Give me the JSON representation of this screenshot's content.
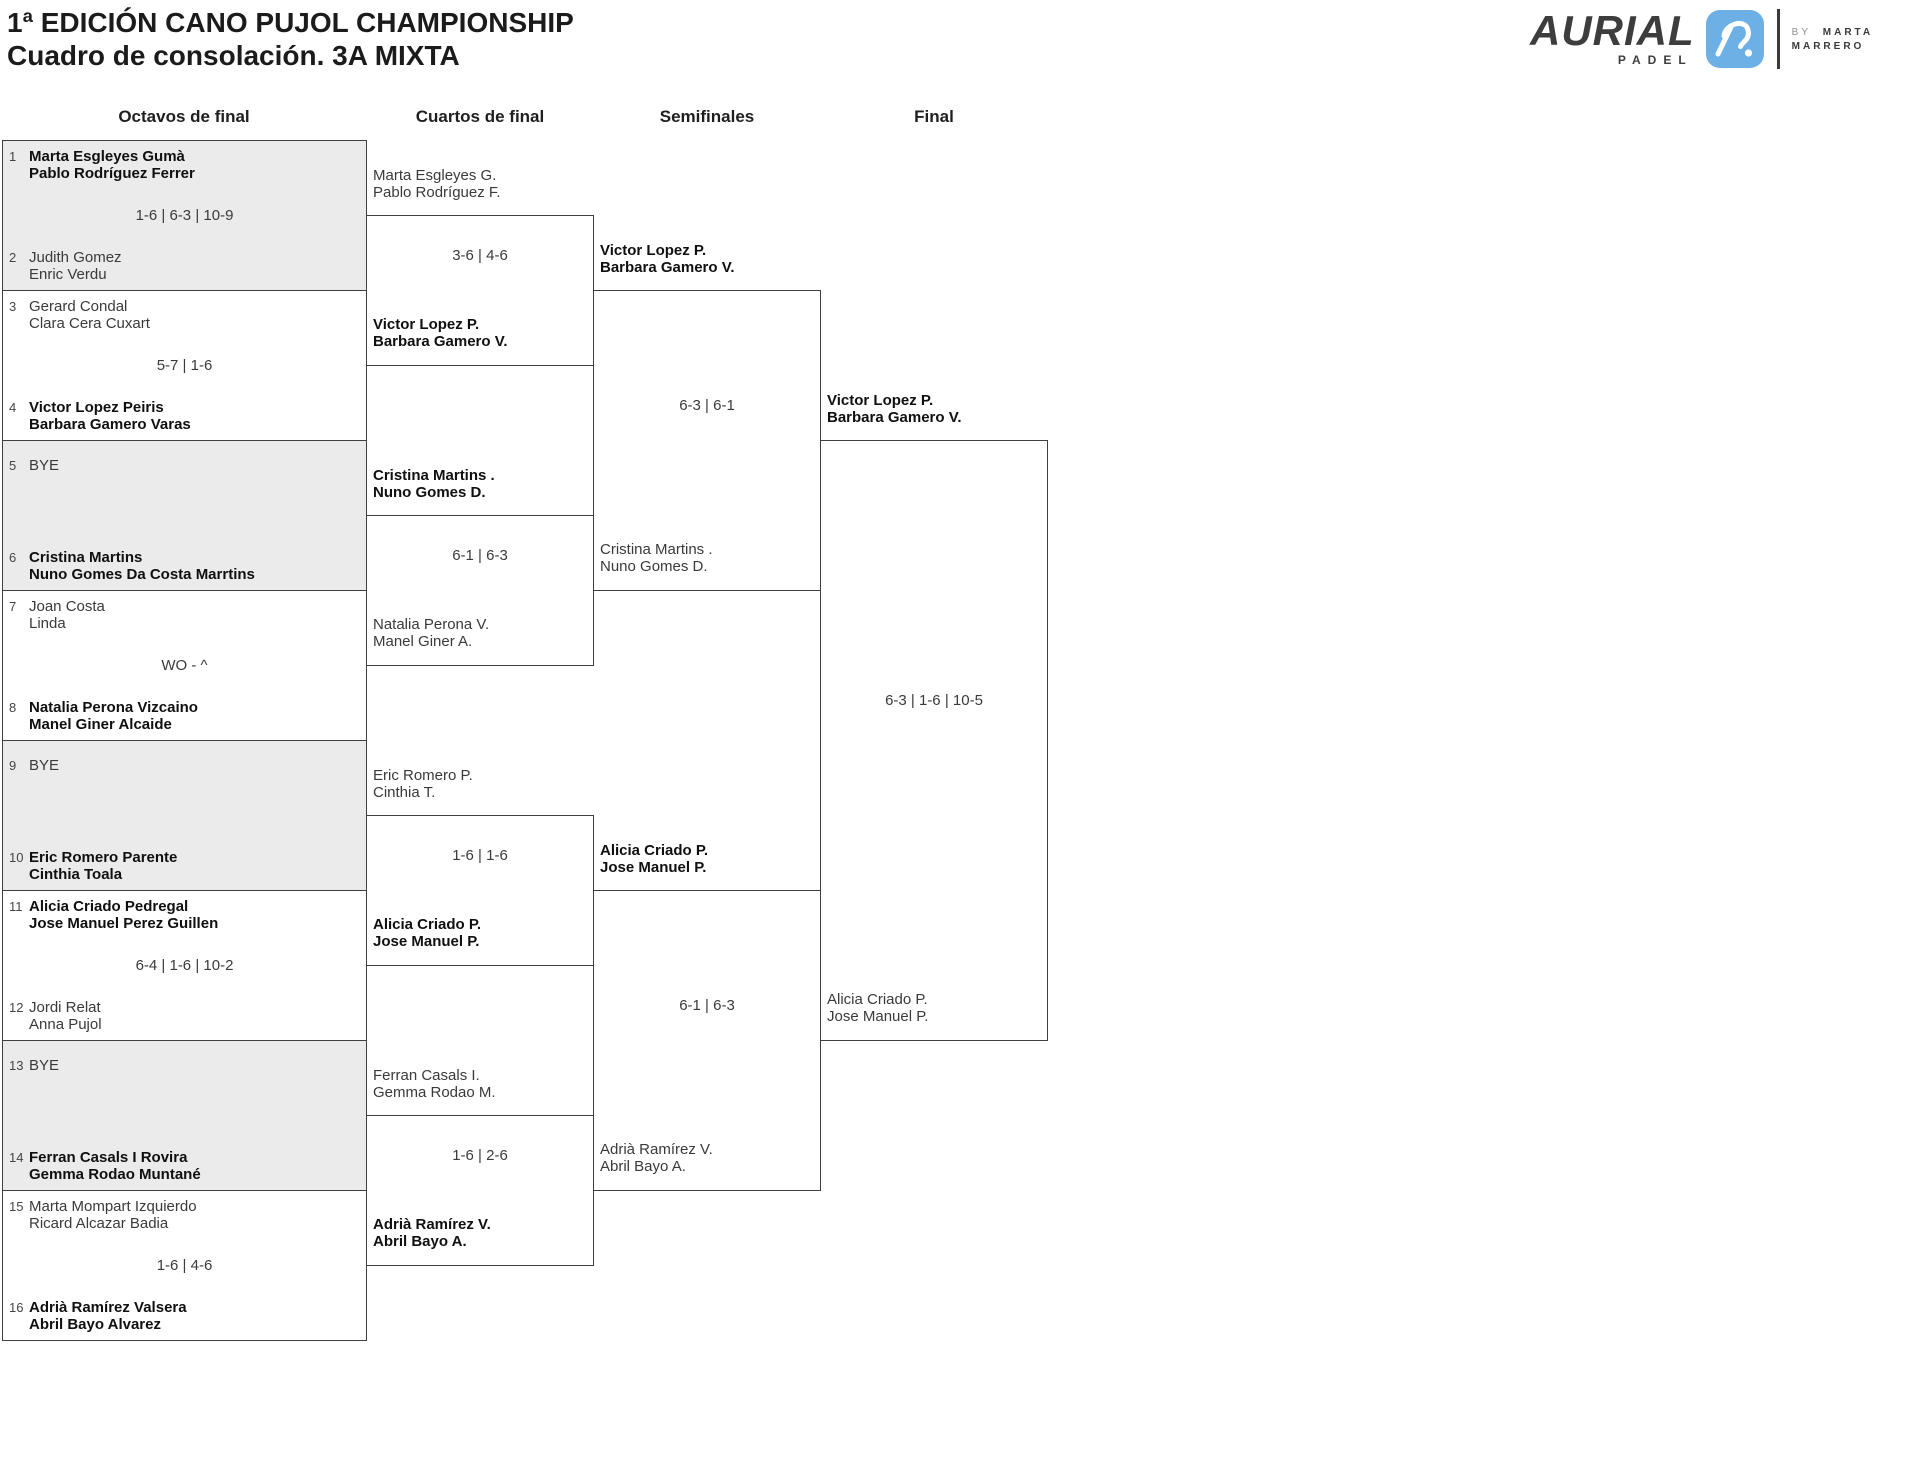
{
  "title": {
    "line1": "1ª EDICIÓN CANO PUJOL CHAMPIONSHIP",
    "line2": "Cuadro de consolación. 3A MIXTA"
  },
  "logo": {
    "brand": "AURIAL",
    "sub": "PADEL",
    "byline_prefix": "BY",
    "byline_name_1": "MARTA",
    "byline_name_2": "MARRERO",
    "icon_color": "#6cb0e6"
  },
  "rounds": [
    "Octavos de final",
    "Cuartos de final",
    "Semifinales",
    "Final"
  ],
  "octavos": [
    {
      "seed_top": "1",
      "top": [
        "Marta Esgleyes Gumà",
        "Pablo Rodríguez Ferrer"
      ],
      "score": "1-6 | 6-3 | 10-9",
      "seed_bottom": "2",
      "bottom": [
        "Judith Gomez",
        "Enric Verdu"
      ],
      "winner": "top"
    },
    {
      "seed_top": "3",
      "top": [
        "Gerard Condal",
        "Clara Cera Cuxart"
      ],
      "score": "5-7 | 1-6",
      "seed_bottom": "4",
      "bottom": [
        "Victor Lopez Peiris",
        "Barbara Gamero Varas"
      ],
      "winner": "bottom"
    },
    {
      "seed_top": "5",
      "top": [
        "BYE"
      ],
      "score": "",
      "seed_bottom": "6",
      "bottom": [
        "Cristina Martins",
        "Nuno Gomes Da Costa Marrtins"
      ],
      "winner": "bottom"
    },
    {
      "seed_top": "7",
      "top": [
        "Joan Costa",
        "Linda"
      ],
      "score": "WO - ^",
      "seed_bottom": "8",
      "bottom": [
        "Natalia Perona Vizcaino",
        "Manel Giner Alcaide"
      ],
      "winner": "bottom"
    },
    {
      "seed_top": "9",
      "top": [
        "BYE"
      ],
      "score": "",
      "seed_bottom": "10",
      "bottom": [
        "Eric Romero Parente",
        "Cinthia Toala"
      ],
      "winner": "bottom"
    },
    {
      "seed_top": "11",
      "top": [
        "Alicia Criado Pedregal",
        "Jose Manuel Perez Guillen"
      ],
      "score": "6-4 | 1-6 | 10-2",
      "seed_bottom": "12",
      "bottom": [
        "Jordi Relat",
        "Anna Pujol"
      ],
      "winner": "top"
    },
    {
      "seed_top": "13",
      "top": [
        "BYE"
      ],
      "score": "",
      "seed_bottom": "14",
      "bottom": [
        "Ferran Casals I Rovira",
        "Gemma Rodao Muntané"
      ],
      "winner": "bottom"
    },
    {
      "seed_top": "15",
      "top": [
        "Marta Mompart Izquierdo",
        "Ricard Alcazar Badia"
      ],
      "score": "1-6 | 4-6",
      "seed_bottom": "16",
      "bottom": [
        "Adrià Ramírez Valsera",
        "Abril Bayo Alvarez"
      ],
      "winner": "bottom"
    }
  ],
  "cuartos": [
    {
      "top": [
        "Marta Esgleyes G.",
        "Pablo Rodríguez F."
      ],
      "score": "3-6 | 4-6",
      "bottom": [
        "Victor Lopez P.",
        "Barbara Gamero V."
      ],
      "winner": "bottom"
    },
    {
      "top": [
        "Cristina Martins .",
        "Nuno Gomes D."
      ],
      "score": "6-1 | 6-3",
      "bottom": [
        "Natalia Perona V.",
        "Manel Giner A."
      ],
      "winner": "top"
    },
    {
      "top": [
        "Eric Romero P.",
        "Cinthia T."
      ],
      "score": "1-6 | 1-6",
      "bottom": [
        "Alicia Criado P.",
        "Jose Manuel P."
      ],
      "winner": "bottom"
    },
    {
      "top": [
        "Ferran Casals I.",
        "Gemma Rodao M."
      ],
      "score": "1-6 | 2-6",
      "bottom": [
        "Adrià Ramírez V.",
        "Abril Bayo A."
      ],
      "winner": "bottom"
    }
  ],
  "semifinales": [
    {
      "top": [
        "Victor Lopez P.",
        "Barbara Gamero V."
      ],
      "score": "6-3 | 6-1",
      "bottom": [
        "Cristina Martins .",
        "Nuno Gomes D."
      ],
      "winner": "top"
    },
    {
      "top": [
        "Alicia Criado P.",
        "Jose Manuel P."
      ],
      "score": "6-1 | 6-3",
      "bottom": [
        "Adrià Ramírez V.",
        "Abril Bayo A."
      ],
      "winner": "top"
    }
  ],
  "final": {
    "top": [
      "Victor Lopez P.",
      "Barbara Gamero V."
    ],
    "score": "6-3 | 1-6 | 10-5",
    "bottom": [
      "Alicia Criado P.",
      "Jose Manuel P."
    ],
    "winner": "top"
  }
}
